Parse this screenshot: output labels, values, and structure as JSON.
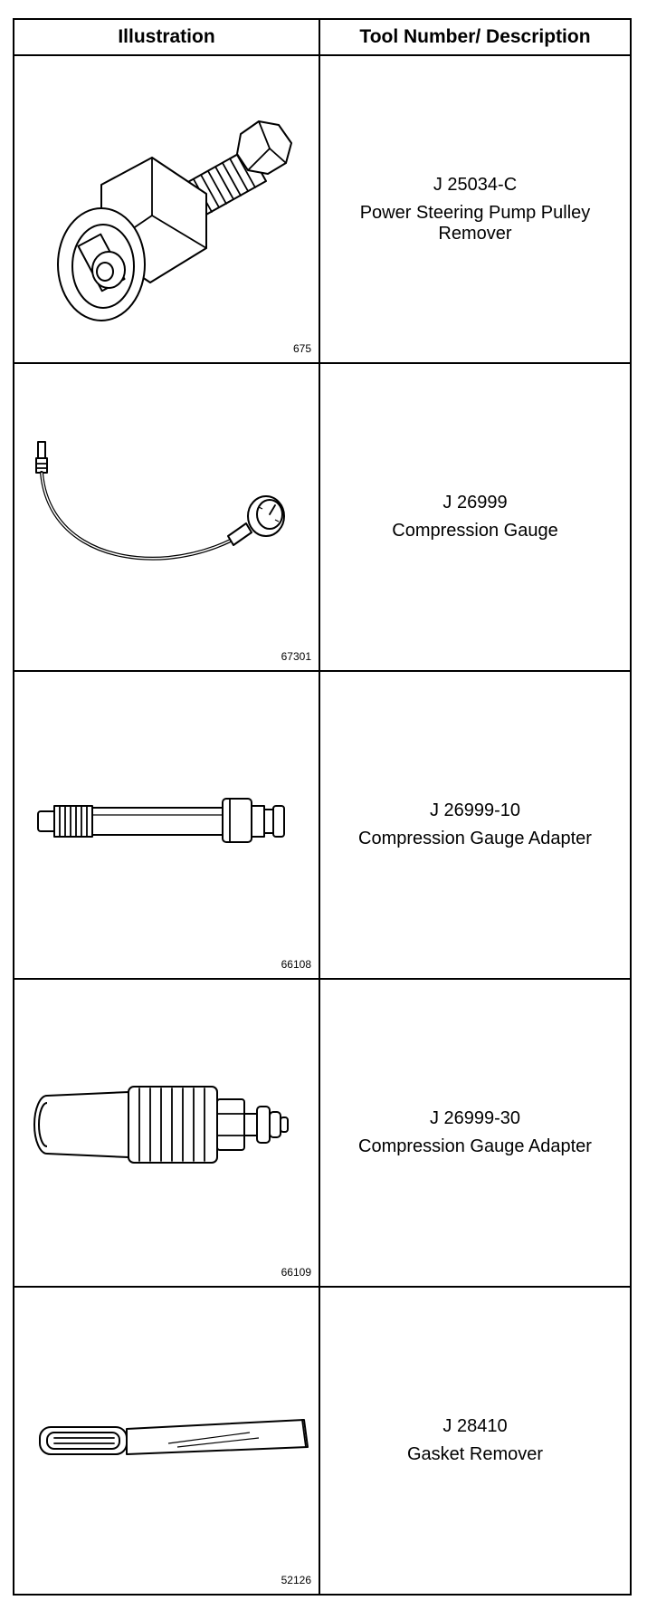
{
  "table": {
    "headers": {
      "illustration": "Illustration",
      "description": "Tool Number/ Description"
    },
    "rows": [
      {
        "figure_number": "675",
        "tool_number": "J 25034-C",
        "description": "Power Steering Pump Pulley Remover",
        "icon": "pulley-remover-icon"
      },
      {
        "figure_number": "67301",
        "tool_number": "J 26999",
        "description": "Compression Gauge",
        "icon": "compression-gauge-icon"
      },
      {
        "figure_number": "66108",
        "tool_number": "J 26999-10",
        "description": "Compression Gauge Adapter",
        "icon": "gauge-adapter-icon"
      },
      {
        "figure_number": "66109",
        "tool_number": "J 26999-30",
        "description": "Compression Gauge Adapter",
        "icon": "gauge-adapter-icon"
      },
      {
        "figure_number": "52126",
        "tool_number": "J 28410",
        "description": "Gasket Remover",
        "icon": "gasket-scraper-icon"
      }
    ]
  }
}
